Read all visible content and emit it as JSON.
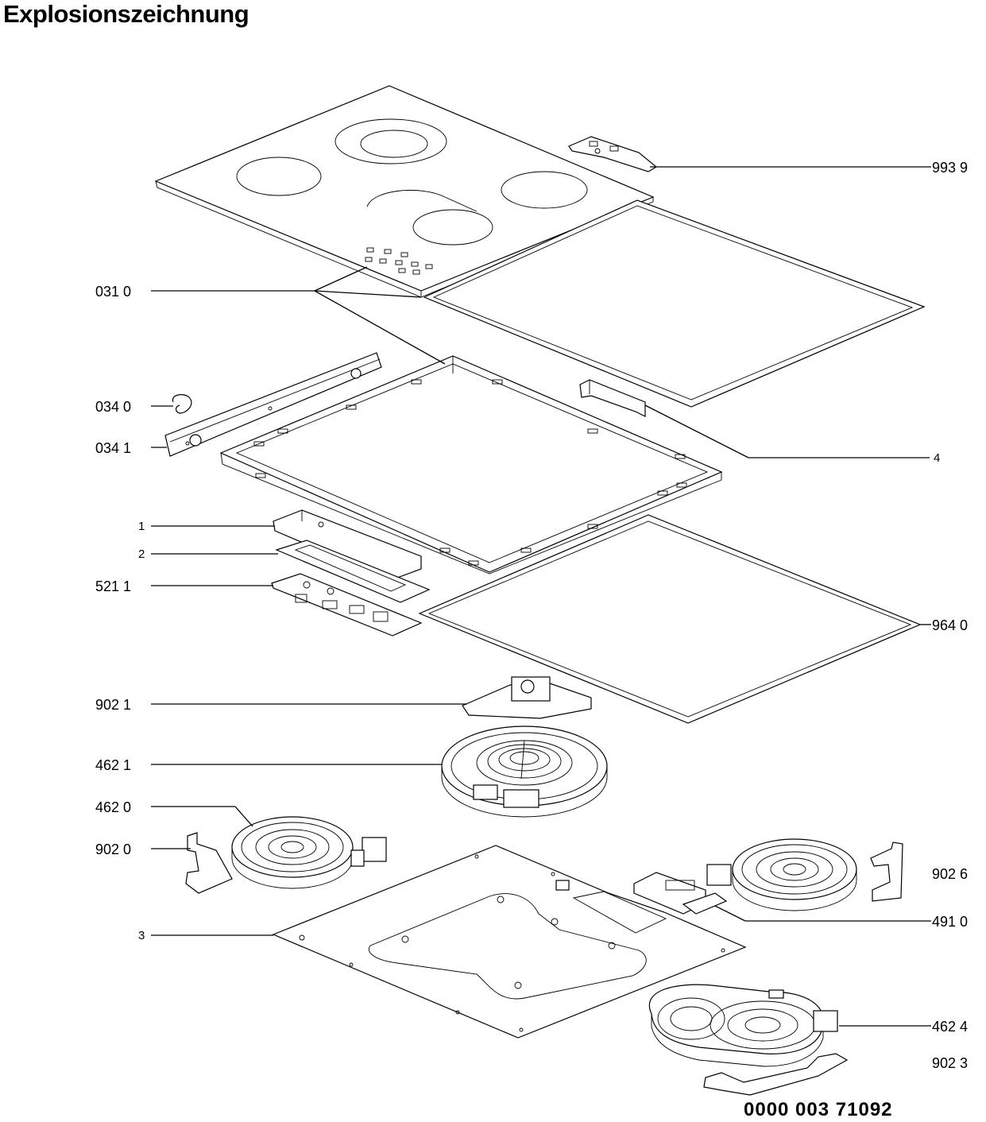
{
  "title": "Explosionszeichnung",
  "document_number": "0000 003 71092",
  "part_labels": [
    "993 9",
    "031 0",
    "034 0",
    "034 1",
    "4",
    "1",
    "2",
    "521 1",
    "964 0",
    "902 1",
    "462 1",
    "462 0",
    "902 0",
    "902 6",
    "491 0",
    "3",
    "462 4",
    "902 3"
  ]
}
